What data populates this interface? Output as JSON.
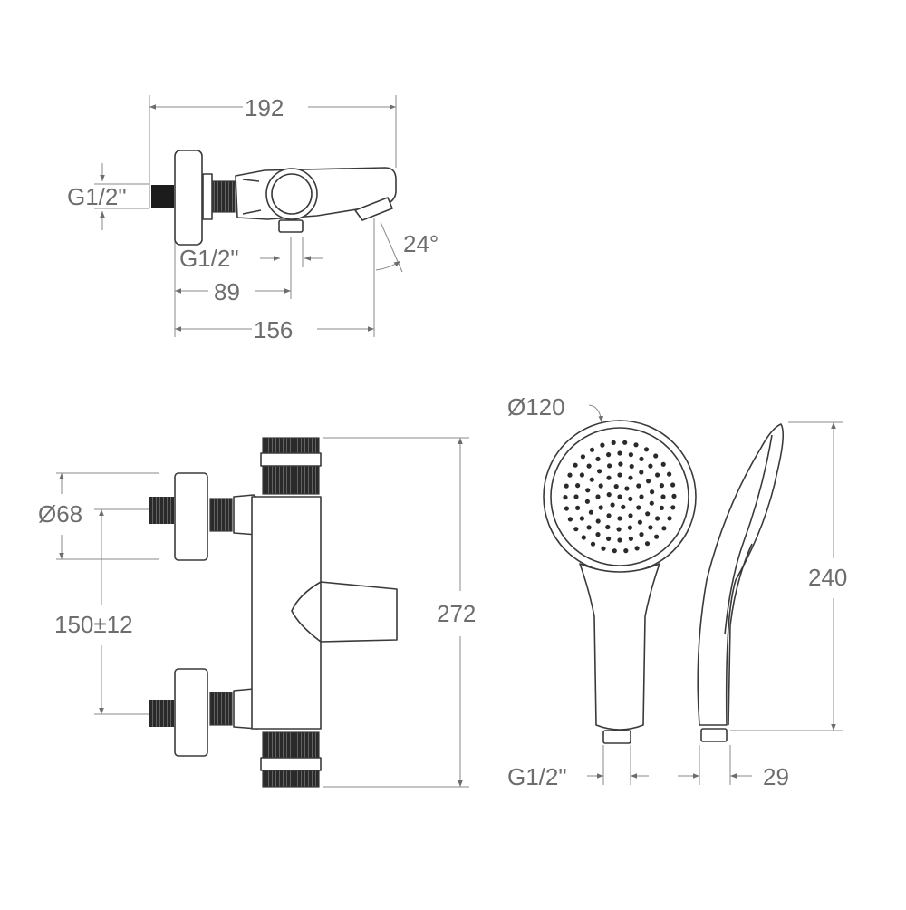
{
  "dimensions": {
    "top_width": "192",
    "top_inlet_thread": "G1/2\"",
    "top_outlet_thread": "G1/2\"",
    "spout_angle": "24°",
    "outlet_offset": "89",
    "spout_reach": "156",
    "eccentric_diameter": "Ø68",
    "inlet_spacing": "150±12",
    "body_height": "272",
    "shower_head_diameter": "Ø120",
    "shower_length": "240",
    "shower_thread": "G1/2\"",
    "shower_connector": "29"
  }
}
